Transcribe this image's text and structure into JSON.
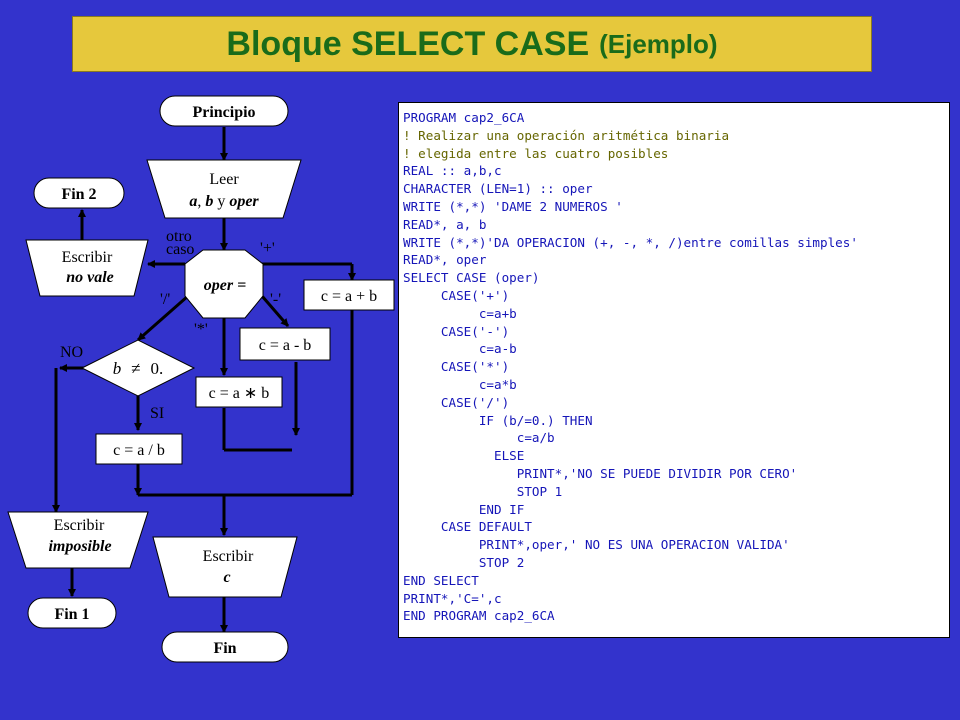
{
  "title": {
    "main": "Bloque SELECT CASE",
    "sub": "(Ejemplo)"
  },
  "flow": {
    "principio": "Principio",
    "leer": "Leer",
    "leer_vars_a": "a",
    "leer_vars_sep1": ", ",
    "leer_vars_b": "b",
    "leer_vars_y": " y ",
    "leer_vars_oper": "oper",
    "decision_oper": "oper  =",
    "otro": "otro",
    "caso": "caso",
    "label_plus": "'+'",
    "label_minus": "'-'",
    "label_mult": "'*'",
    "label_div": "'/'",
    "c_plus": "c = a + b",
    "c_minus": "c = a - b",
    "c_mult": "c = a ∗ b",
    "c_div": "c = a / b",
    "cond_b": "b",
    "cond_neq": "≠",
    "cond_zero": "0.",
    "no": "NO",
    "si": "SI",
    "escribir_novale_1": "Escribir",
    "escribir_novale_2": "no vale",
    "fin2": "Fin 2",
    "escribir_imposible_1": "Escribir",
    "escribir_imposible_2": "imposible",
    "fin1": "Fin 1",
    "escribir_c_1": "Escribir",
    "escribir_c_2": "c",
    "fin": "Fin"
  },
  "code": {
    "lines": [
      {
        "text": "PROGRAM cap2_6CA",
        "style": "kw"
      },
      {
        "text": "! Realizar una operación aritmética binaria",
        "style": "cm"
      },
      {
        "text": "! elegida entre las cuatro posibles",
        "style": "cm"
      },
      {
        "text": "REAL :: a,b,c",
        "style": "kw"
      },
      {
        "text": "CHARACTER (LEN=1) :: oper",
        "style": "kw"
      },
      {
        "text": "WRITE (*,*) 'DAME 2 NUMEROS '",
        "style": "kw"
      },
      {
        "text": "READ*, a, b",
        "style": "kw"
      },
      {
        "text": "WRITE (*,*)'DA OPERACION (+, -, *, /)entre comillas simples'",
        "style": "kw"
      },
      {
        "text": "READ*, oper",
        "style": "kw"
      },
      {
        "text": "SELECT CASE (oper)",
        "style": "kw"
      },
      {
        "text": "     CASE('+')",
        "style": "kw"
      },
      {
        "text": "          c=a+b",
        "style": "kw"
      },
      {
        "text": "     CASE('-')",
        "style": "kw"
      },
      {
        "text": "          c=a-b",
        "style": "kw"
      },
      {
        "text": "     CASE('*')",
        "style": "kw"
      },
      {
        "text": "          c=a*b",
        "style": "kw"
      },
      {
        "text": "     CASE('/')",
        "style": "kw"
      },
      {
        "text": "          IF (b/=0.) THEN",
        "style": "kw"
      },
      {
        "text": "               c=a/b",
        "style": "kw"
      },
      {
        "text": "            ELSE",
        "style": "kw"
      },
      {
        "text": "               PRINT*,'NO SE PUEDE DIVIDIR POR CERO'",
        "style": "kw"
      },
      {
        "text": "               STOP 1",
        "style": "kw"
      },
      {
        "text": "          END IF",
        "style": "kw"
      },
      {
        "text": "     CASE DEFAULT",
        "style": "kw"
      },
      {
        "text": "          PRINT*,oper,' NO ES UNA OPERACION VALIDA'",
        "style": "kw"
      },
      {
        "text": "          STOP 2",
        "style": "kw"
      },
      {
        "text": "END SELECT",
        "style": "kw"
      },
      {
        "text": "PRINT*,'C=',c",
        "style": "kw"
      },
      {
        "text": "END PROGRAM cap2_6CA",
        "style": "kw"
      }
    ]
  },
  "colors": {
    "background": "#3333cc",
    "title_bg": "#e6c83c",
    "title_text": "#1a6b1a",
    "code_keyword": "#1515b8",
    "code_comment": "#666600"
  }
}
